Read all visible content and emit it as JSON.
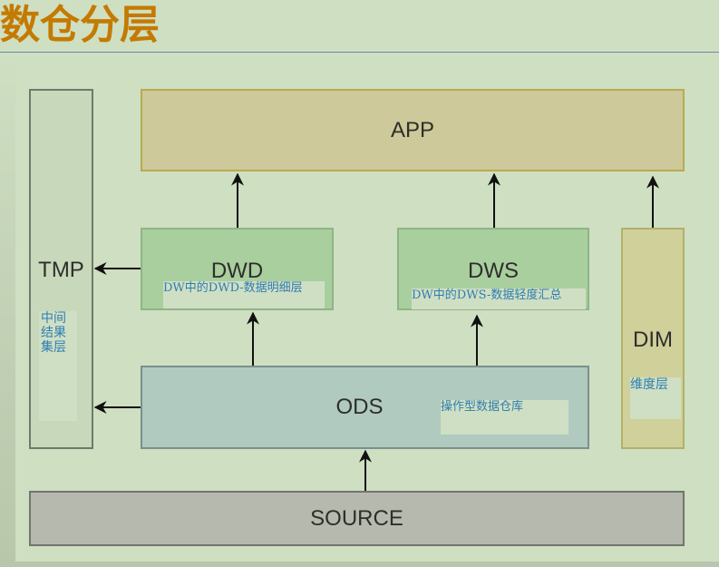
{
  "title": "数仓分层",
  "layers": {
    "app": {
      "label": "APP"
    },
    "dwd": {
      "label": "DWD",
      "note": "DW中的DWD-数据明细层"
    },
    "dws": {
      "label": "DWS",
      "note": "DW中的DWS-数据轻度汇总"
    },
    "dim": {
      "label": "DIM",
      "note": "维度层"
    },
    "tmp": {
      "label": "TMP",
      "note": "中间\n结果\n集层"
    },
    "ods": {
      "label": "ODS",
      "note": "操作型数据仓库"
    },
    "source": {
      "label": "SOURCE"
    }
  },
  "flows": [
    {
      "from": "SOURCE",
      "to": "ODS"
    },
    {
      "from": "ODS",
      "to": "DWD"
    },
    {
      "from": "ODS",
      "to": "DWS"
    },
    {
      "from": "ODS",
      "to": "TMP"
    },
    {
      "from": "DWD",
      "to": "TMP"
    },
    {
      "from": "DWD",
      "to": "APP"
    },
    {
      "from": "DWS",
      "to": "APP"
    },
    {
      "from": "DIM",
      "to": "APP"
    }
  ],
  "colors": {
    "title": "#c47a00",
    "app": "#cdc99a",
    "dwd": "#a9cf9f",
    "dws": "#a9cf9f",
    "dim": "#cfd09a",
    "tmp": "#c8d8bb",
    "ods": "#b0cac0",
    "source": "#b6b9ae",
    "note_text": "#2f7db0"
  }
}
